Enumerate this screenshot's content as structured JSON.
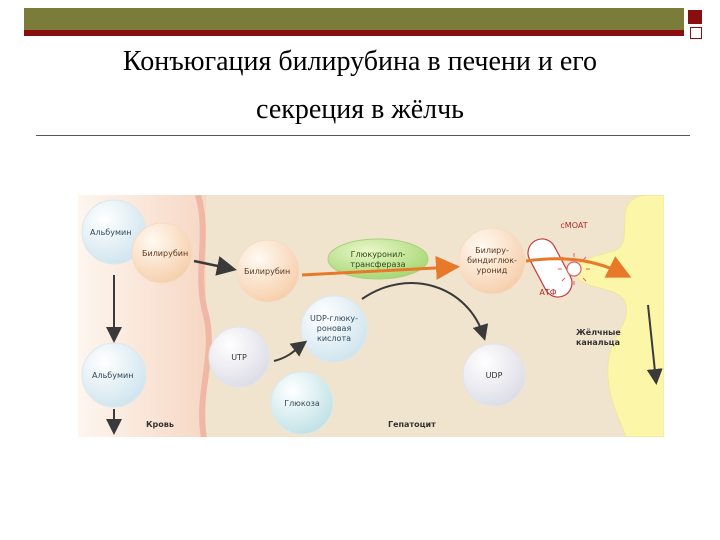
{
  "slide": {
    "title_line1": "Конъюгация билирубина в печени и его",
    "title_line2": "секреция в жёлчь"
  },
  "diagram": {
    "albumin_top": "Альбумин",
    "bilirubin_blood": "Билирубин",
    "albumin_bottom": "Альбумин",
    "bilirubin_cell": "Билирубин",
    "enzyme_line1": "Глюкуронил-",
    "enzyme_line2": "трансфераза",
    "product_line1": "Билиру-",
    "product_line2": "биндиглюк-",
    "product_line3": "уронид",
    "udpga_line1": "UDP-глюку-",
    "udpga_line2": "роновая",
    "udpga_line3": "кислота",
    "utp": "UTP",
    "glucose": "Глюкоза",
    "udp": "UDP",
    "cmoat": "cMOAT",
    "atp": "АТФ",
    "canaliculi_line1": "Жёлчные",
    "canaliculi_line2": "канальца",
    "blood_label": "Кровь",
    "hepatocyte_label": "Гепатоцит"
  },
  "colors": {
    "accent_red": "#8b0e0e",
    "bar_olive": "#7b7b3a",
    "arrow_dark": "#3a3a3a",
    "arrow_orange": "#e8782a",
    "enzyme_green": "#9fd36a",
    "canaliculi_yellow": "#fbf6a8"
  }
}
